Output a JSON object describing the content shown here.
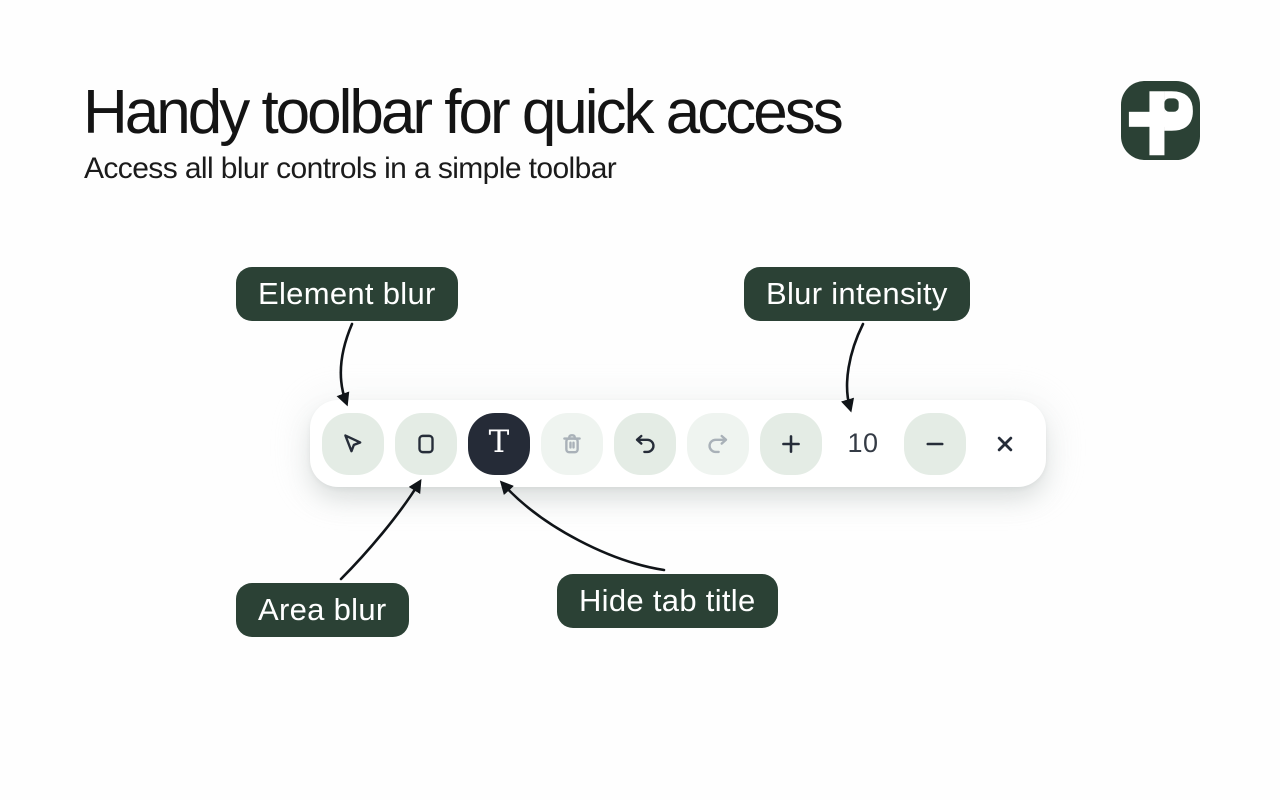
{
  "header": {
    "title": "Handy toolbar for quick access",
    "subtitle": "Access all blur controls in a simple toolbar"
  },
  "logo": {
    "icon": "blur-app-logo-icon",
    "background": "#2B4135",
    "glyph_color": "#FFFFFF"
  },
  "toolbar": {
    "intensity_value": "10",
    "text_tool_glyph": "T",
    "buttons": [
      {
        "name": "element-blur-button",
        "icon": "cursor-icon",
        "state": "default"
      },
      {
        "name": "area-blur-button",
        "icon": "rectangle-icon",
        "state": "default"
      },
      {
        "name": "hide-tab-title-button",
        "icon": "text-icon",
        "state": "active"
      },
      {
        "name": "delete-button",
        "icon": "trash-icon",
        "state": "disabled"
      },
      {
        "name": "undo-button",
        "icon": "undo-icon",
        "state": "default"
      },
      {
        "name": "redo-button",
        "icon": "redo-icon",
        "state": "disabled"
      },
      {
        "name": "increase-intensity-button",
        "icon": "plus-icon",
        "state": "default"
      },
      {
        "name": "decrease-intensity-button",
        "icon": "minus-icon",
        "state": "default"
      },
      {
        "name": "close-toolbar-button",
        "icon": "close-icon",
        "state": "default"
      }
    ]
  },
  "callouts": {
    "element_blur": {
      "label": "Element blur"
    },
    "blur_intensity": {
      "label": "Blur intensity"
    },
    "area_blur": {
      "label": "Area blur"
    },
    "hide_tab_title": {
      "label": "Hide tab title"
    }
  },
  "colors": {
    "accent_green": "#2B4135",
    "dark_charcoal": "#252B37",
    "button_bg": "#E4ECE5",
    "button_bg_disabled": "#EFF4F0",
    "icon": "#262D39",
    "icon_disabled": "#A9B1B8",
    "arrow": "#101418",
    "page_bg": "#FEFEFE",
    "toolbar_bg": "#FFFFFF",
    "title_text": "#141414",
    "callout_text": "#FFFFFF"
  }
}
